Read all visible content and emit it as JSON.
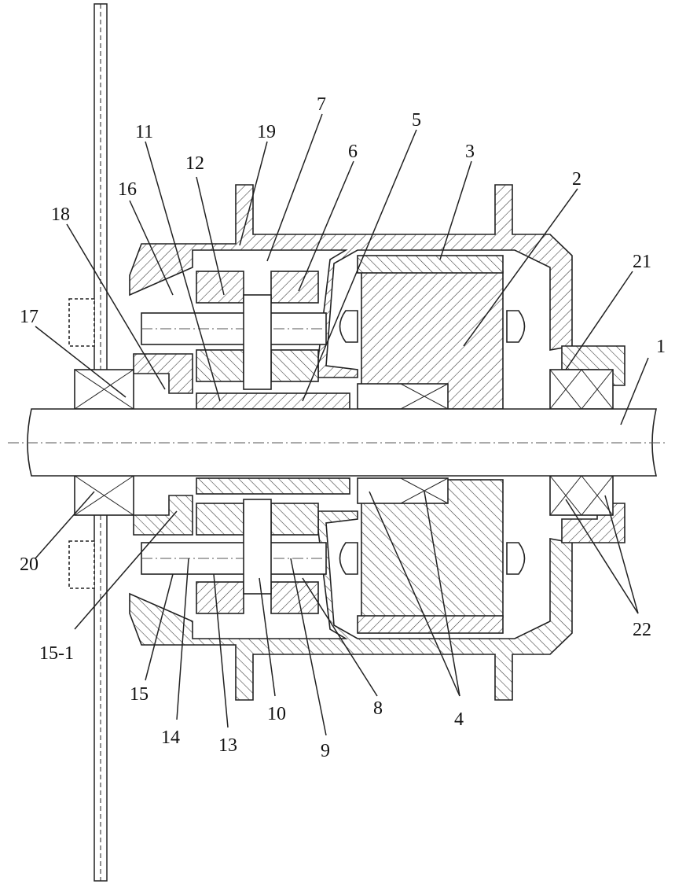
{
  "labels": {
    "l1": "1",
    "l2": "2",
    "l3": "3",
    "l4": "4",
    "l5": "5",
    "l6": "6",
    "l7": "7",
    "l8": "8",
    "l9": "9",
    "l10": "10",
    "l11": "11",
    "l12": "12",
    "l13": "13",
    "l14": "14",
    "l15": "15",
    "l15_1": "15-1",
    "l16": "16",
    "l17": "17",
    "l18": "18",
    "l19": "19",
    "l20": "20",
    "l21": "21",
    "l22": "22"
  },
  "colors": {
    "line": "#222222",
    "background": "#ffffff"
  }
}
